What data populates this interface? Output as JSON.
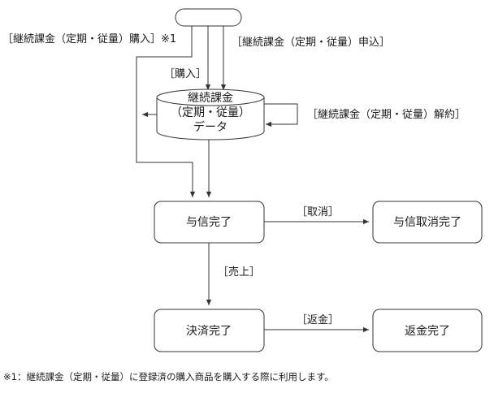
{
  "nodes": {
    "start": "",
    "db": [
      "継続課金",
      "（定期・従量）",
      "データ"
    ],
    "credit_done": "与信完了",
    "credit_cancel_done": "与信取消完了",
    "settle_done": "決済完了",
    "refund_done": "返金完了"
  },
  "edges": {
    "purchase_note": "［継続課金（定期・従量）購入］※1",
    "apply": "［継続課金（定期・従量）申込］",
    "purchase": "［購入］",
    "cancel_contract": "［継続課金（定期・従量）解約］",
    "cancel": "［取消］",
    "sale": "［売上］",
    "refund": "［返金］"
  },
  "footnote": "※1：継続課金（定期・従量）に登録済の購入商品を購入する際に利用します。",
  "colors": {
    "stroke": "#333333",
    "fill": "#ffffff",
    "text": "#1a1a1a"
  }
}
